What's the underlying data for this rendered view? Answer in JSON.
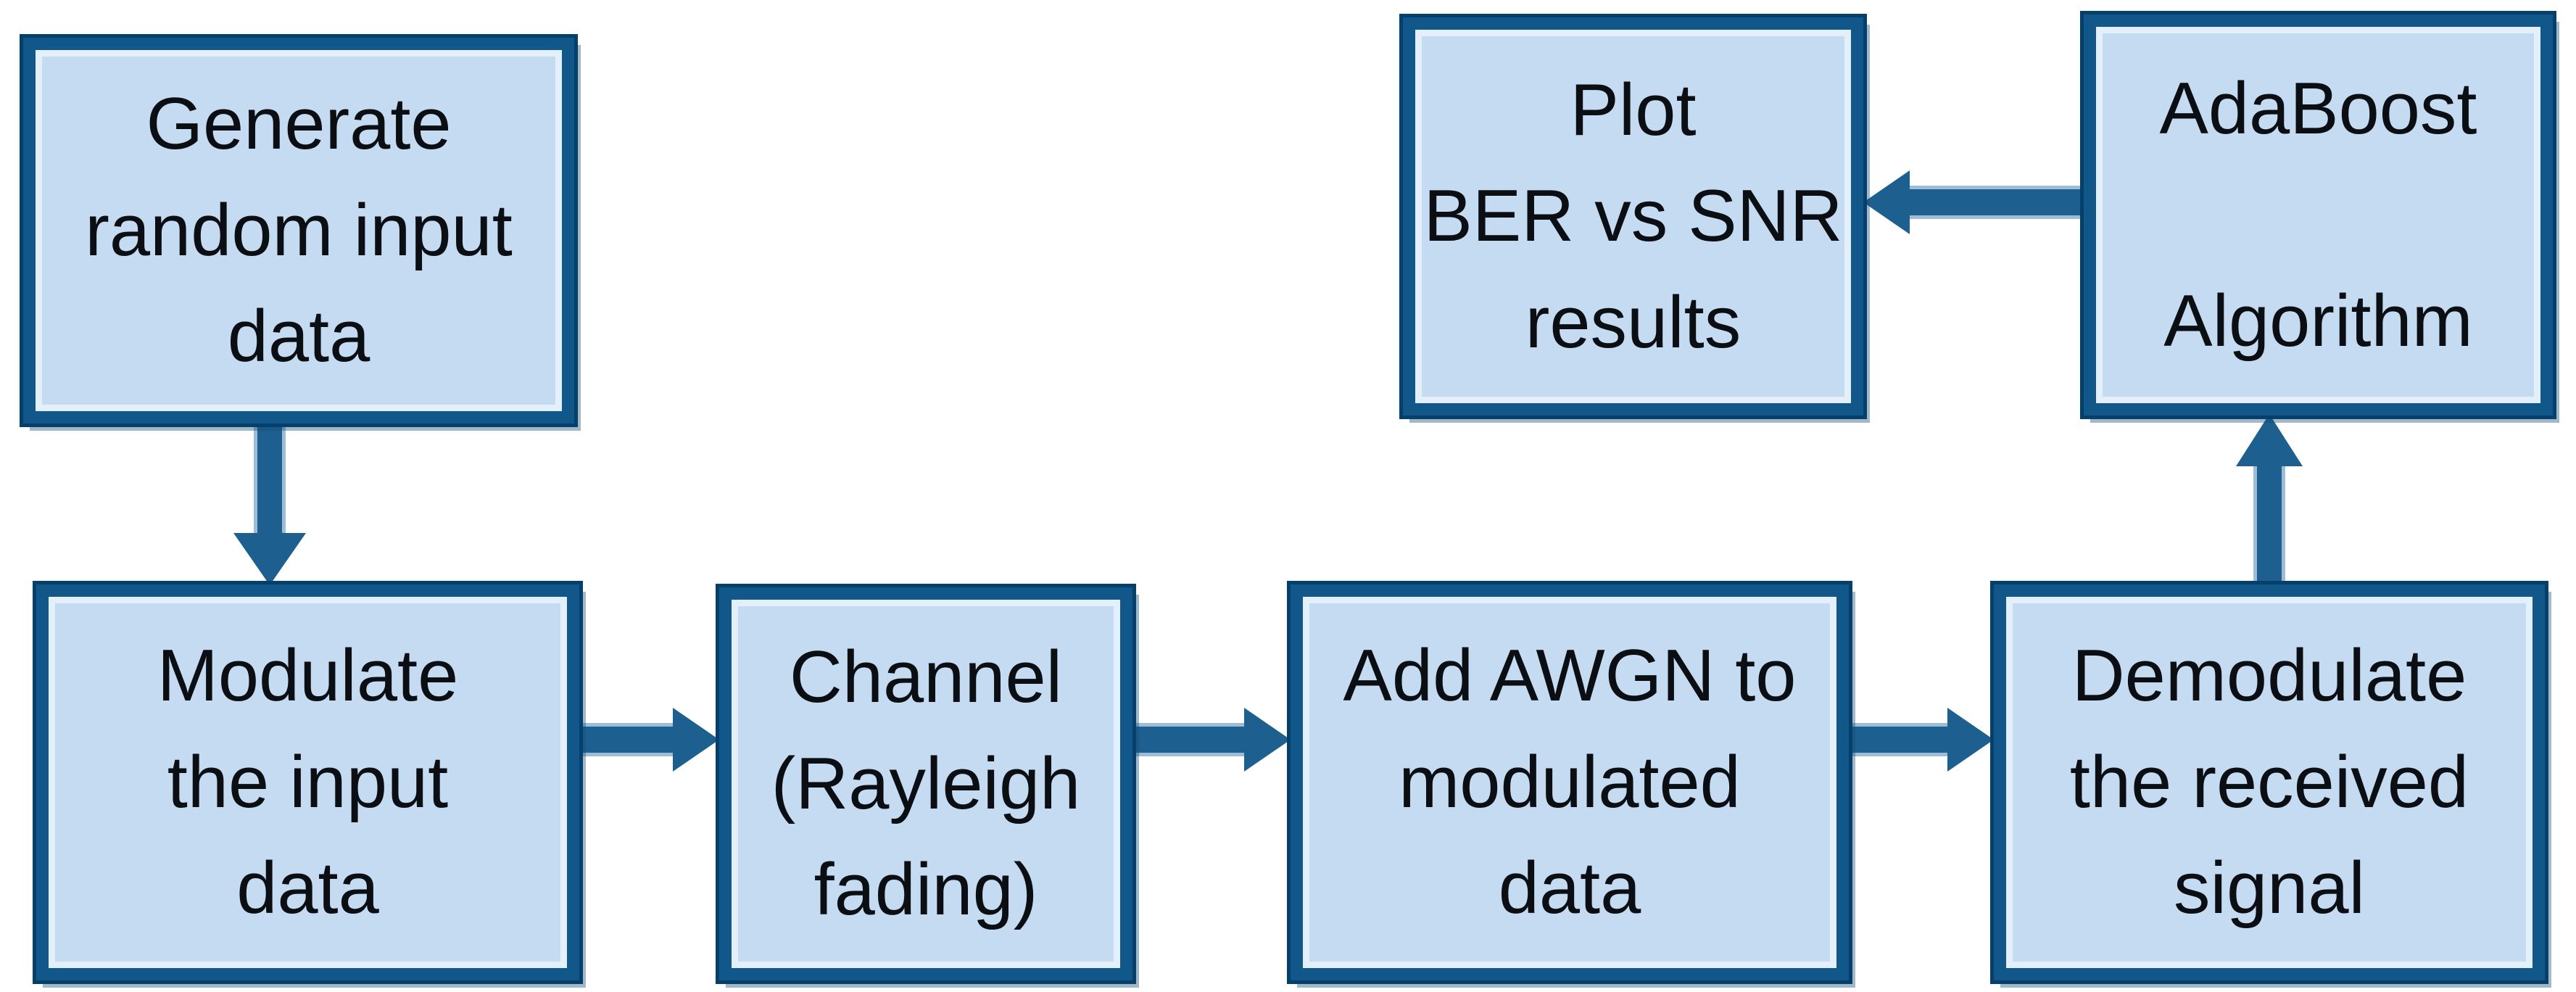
{
  "boxes": [
    {
      "id": "generate",
      "lines": [
        "Generate",
        "random input",
        "data"
      ]
    },
    {
      "id": "modulate",
      "lines": [
        "Modulate",
        "the input",
        "data"
      ]
    },
    {
      "id": "channel",
      "lines": [
        "Channel",
        "(Rayleigh",
        "fading)"
      ]
    },
    {
      "id": "awgn",
      "lines": [
        "Add AWGN to",
        "modulated",
        "data"
      ]
    },
    {
      "id": "demodulate",
      "lines": [
        "Demodulate",
        "the received",
        "signal"
      ]
    },
    {
      "id": "adaboost",
      "lines": [
        "AdaBoost",
        "",
        "Algorithm"
      ]
    },
    {
      "id": "plot",
      "lines": [
        "Plot",
        "BER vs SNR",
        "results"
      ]
    }
  ],
  "arrows": [
    {
      "from": "generate",
      "to": "modulate",
      "direction": "down"
    },
    {
      "from": "modulate",
      "to": "channel",
      "direction": "right"
    },
    {
      "from": "channel",
      "to": "awgn",
      "direction": "right"
    },
    {
      "from": "awgn",
      "to": "demodulate",
      "direction": "right"
    },
    {
      "from": "demodulate",
      "to": "adaboost",
      "direction": "up"
    },
    {
      "from": "adaboost",
      "to": "plot",
      "direction": "left"
    }
  ],
  "colors": {
    "box_fill": "#c5dbf1",
    "box_border": "#11578a",
    "box_border_dark": "#05406d",
    "box_highlight": "#e3f0fc",
    "arrow": "#1d6090",
    "arrow_light": "#9dbcd8",
    "ink": "#0b0e12",
    "background": "#ffffff"
  }
}
